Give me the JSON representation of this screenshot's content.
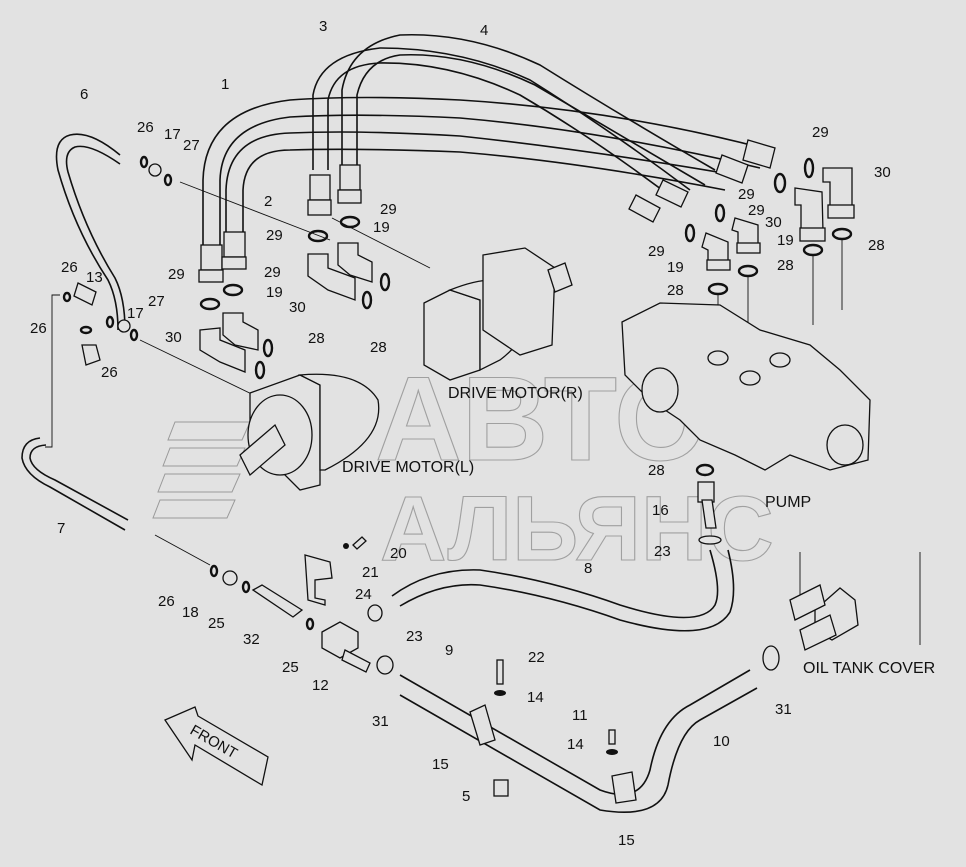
{
  "diagram": {
    "title_labels": {
      "drive_motor_r": "DRIVE MOTOR(R)",
      "drive_motor_l": "DRIVE MOTOR(L)",
      "pump": "PUMP",
      "oil_tank_cover": "OIL TANK COVER",
      "front": "FRONT"
    },
    "watermark": {
      "line1": "АВТО",
      "line2": "АЛЬЯНС"
    },
    "callouts": {
      "c1": "1",
      "c2": "2",
      "c3": "3",
      "c4": "4",
      "c5": "5",
      "c6": "6",
      "c7": "7",
      "c8": "8",
      "c9": "9",
      "c10": "10",
      "c11": "11",
      "c12": "12",
      "c13": "13",
      "c14a": "14",
      "c14b": "14",
      "c15a": "15",
      "c15b": "15",
      "c16": "16",
      "c17a": "17",
      "c17b": "17",
      "c18": "18",
      "c19a": "19",
      "c19b": "19",
      "c19c": "19",
      "c19d": "19",
      "c20": "20",
      "c21": "21",
      "c22": "22",
      "c23a": "23",
      "c23b": "23",
      "c24": "24",
      "c25a": "25",
      "c25b": "25",
      "c26a": "26",
      "c26b": "26",
      "c26c": "26",
      "c26d": "26",
      "c26e": "26",
      "c27a": "27",
      "c27b": "27",
      "c28a": "28",
      "c28b": "28",
      "c28c": "28",
      "c28d": "28",
      "c28e": "28",
      "c28f": "28",
      "c29a": "29",
      "c29b": "29",
      "c29c": "29",
      "c29d": "29",
      "c29e": "29",
      "c29f": "29",
      "c29g": "29",
      "c29h": "29",
      "c30a": "30",
      "c30b": "30",
      "c30c": "30",
      "c30d": "30",
      "c31a": "31",
      "c31b": "31",
      "c32": "32"
    }
  }
}
